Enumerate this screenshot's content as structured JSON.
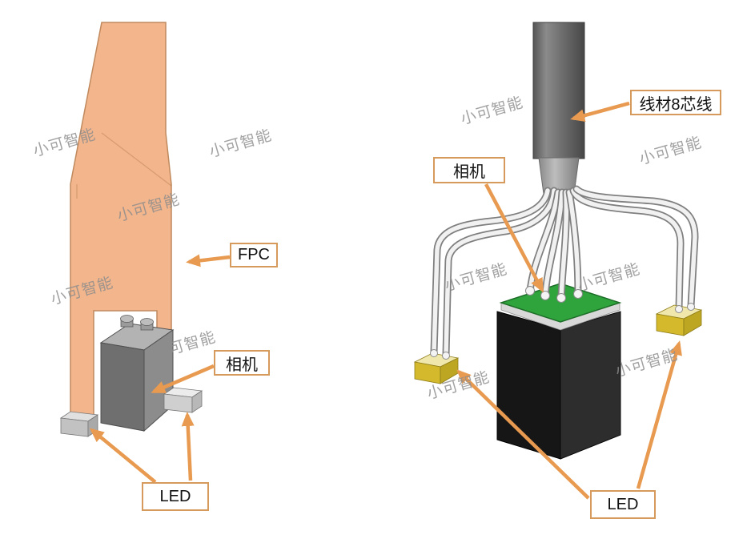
{
  "watermark": {
    "text": "小可智能"
  },
  "left_diagram": {
    "fpc_label": "FPC",
    "camera_label": "相机",
    "led_label": "LED"
  },
  "right_diagram": {
    "cable_label": "线材8芯线",
    "camera_label": "相机",
    "led_label": "LED"
  },
  "colors": {
    "fpc": "#f3b58c",
    "fpc_stroke": "#c08a5e",
    "label_border": "#d69a5c",
    "arrow": "#e89a50",
    "pcb_green": "#2fa43c",
    "led_yellow": "#d3b92b",
    "cable_gray": "#6a6a6a",
    "watermark": "#8d8d8d"
  }
}
